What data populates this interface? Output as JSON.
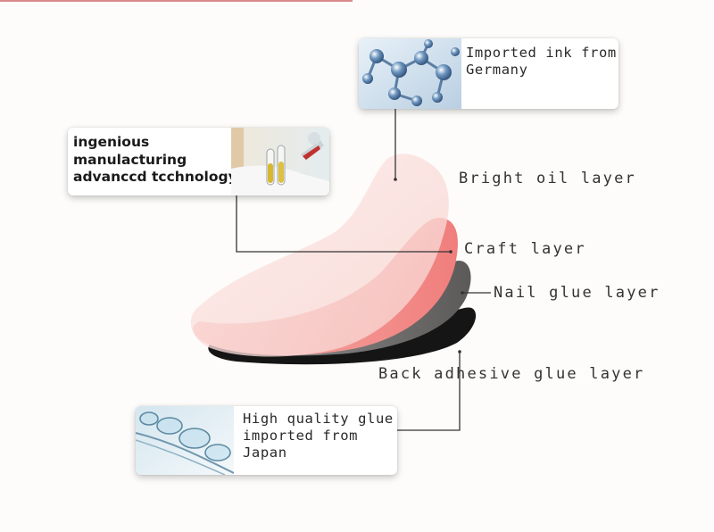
{
  "colors": {
    "bright_oil_layer": "#f9dcd9",
    "craft_layer": "#f3928f",
    "nail_glue_layer": "#6d6b6a",
    "back_adhesive_layer": "#141414",
    "leader_line": "#333333"
  },
  "callouts": {
    "ink": {
      "image": "molecule-structure-image",
      "lines": [
        "Imported ink from",
        "Germany"
      ]
    },
    "technology": {
      "image": "laboratory-test-tubes-image",
      "lines": [
        "ingenious",
        "manulacturing",
        "advanccd tcchnology"
      ]
    },
    "glue": {
      "image": "glue-drops-image",
      "lines": [
        "High quality glue",
        "imported from",
        "Japan"
      ]
    }
  },
  "layers": {
    "bright_oil": "Bright oil layer",
    "craft": "Craft layer",
    "nail_glue": "Nail glue layer",
    "back_adhesive": "Back adhesive glue layer"
  }
}
